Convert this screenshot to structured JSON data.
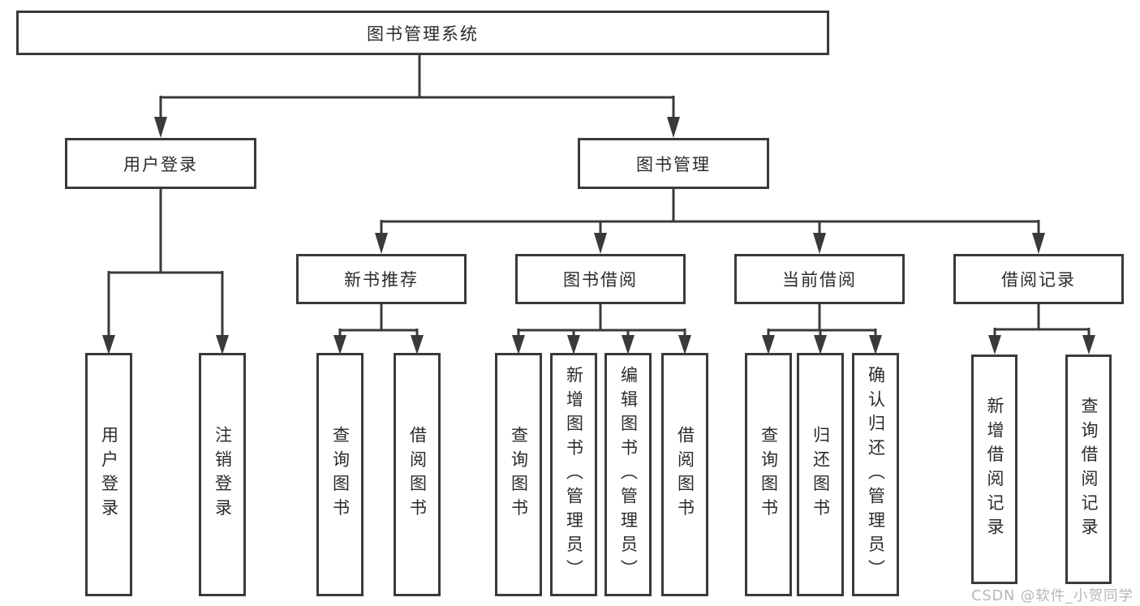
{
  "diagram": {
    "type": "hierarchy-tree",
    "colors": {
      "line": "#3a3a3a",
      "box_border": "#3a3a3a",
      "text": "#2b2b2b",
      "watermark": "#b6b6b6",
      "background": "#ffffff"
    },
    "tree": {
      "label": "图书管理系统",
      "children": [
        {
          "label": "用户登录",
          "children": [
            {
              "label": "用户登录"
            },
            {
              "label": "注销登录"
            }
          ]
        },
        {
          "label": "图书管理",
          "children": [
            {
              "label": "新书推荐",
              "children": [
                {
                  "label": "查询图书"
                },
                {
                  "label": "借阅图书"
                }
              ]
            },
            {
              "label": "图书借阅",
              "children": [
                {
                  "label": "查询图书"
                },
                {
                  "label": "新增图书（管理员）"
                },
                {
                  "label": "编辑图书（管理员）"
                },
                {
                  "label": "借阅图书"
                }
              ]
            },
            {
              "label": "当前借阅",
              "children": [
                {
                  "label": "查询图书"
                },
                {
                  "label": "归还图书"
                },
                {
                  "label": "确认归还（管理员）"
                }
              ]
            },
            {
              "label": "借阅记录",
              "children": [
                {
                  "label": "新增借阅记录"
                },
                {
                  "label": "查询借阅记录"
                }
              ]
            }
          ]
        }
      ]
    }
  },
  "watermark": {
    "text": "CSDN @软件_小贺同学"
  }
}
